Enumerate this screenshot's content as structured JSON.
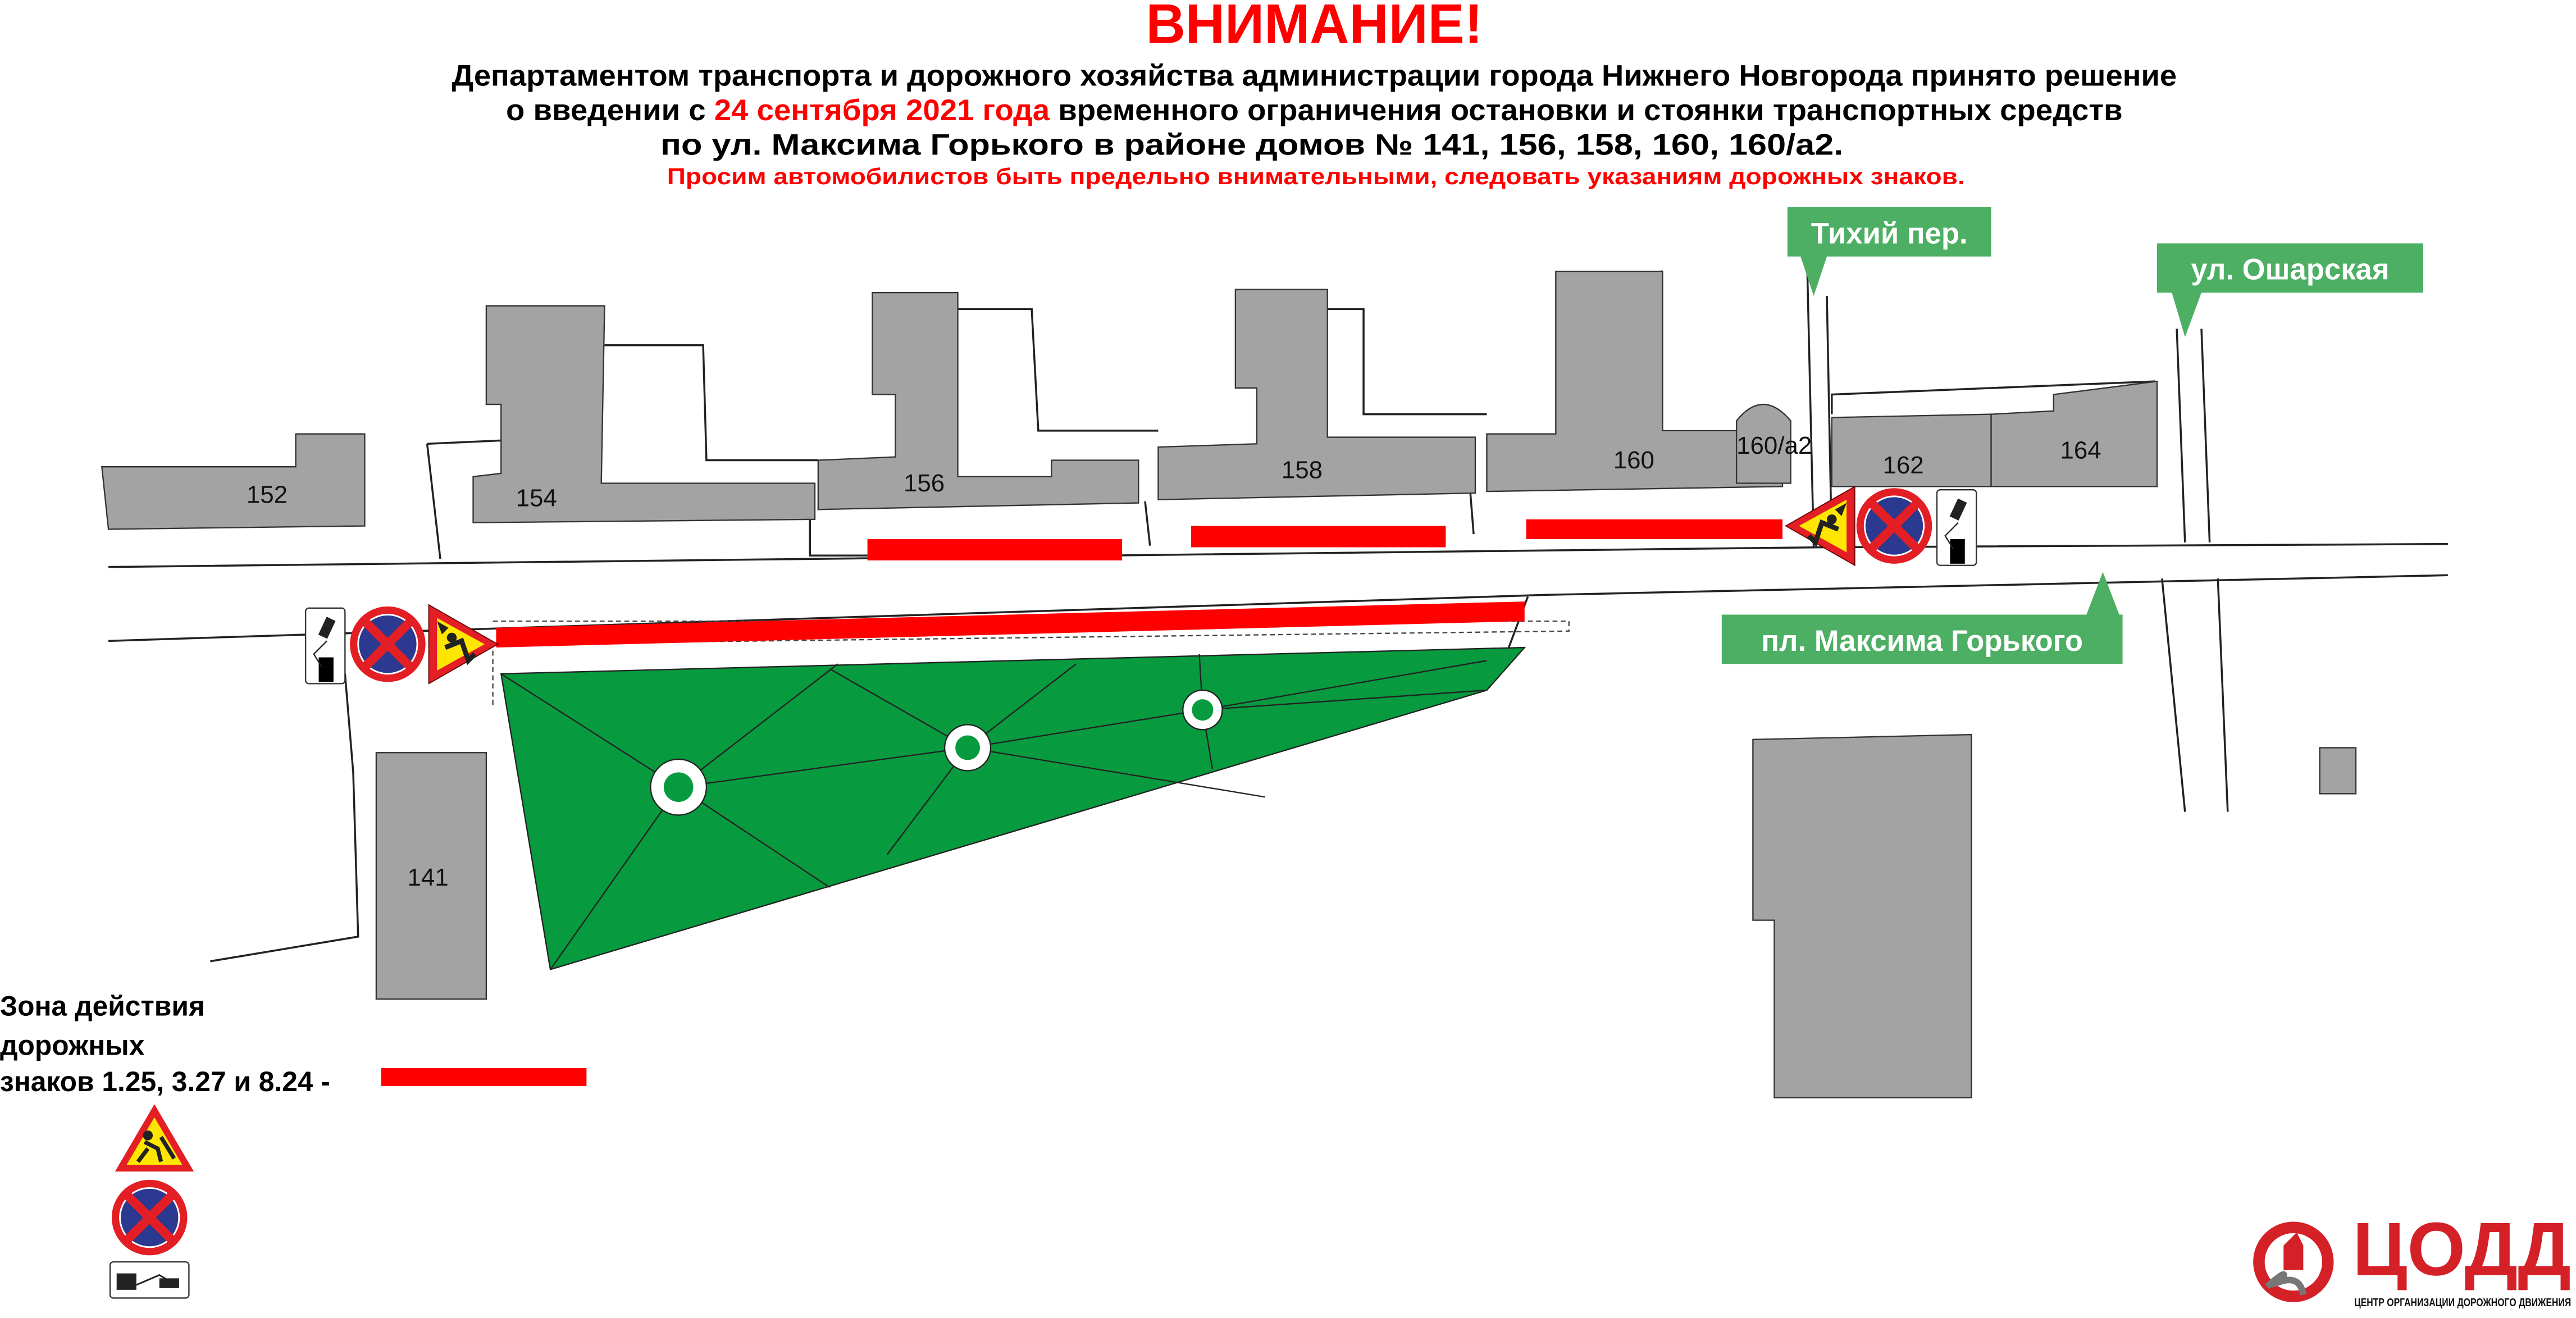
{
  "header": {
    "title": "ВНИМАНИЕ!",
    "line1": "Департаментом транспорта и дорожного хозяйства администрации города Нижнего Новгорода принято решение",
    "line2_prefix": "о  введении с ",
    "line2_date": "24 сентября 2021 года",
    "line2_suffix": "  временного ограничения остановки и стоянки транспортных средств",
    "line3": "по ул. Максима Горького в районе домов № 141, 156, 158, 160, 160/а2.",
    "warning": "Просим автомобилистов быть предельно внимательными, следовать указаниям дорожных знаков."
  },
  "streets": {
    "tikhiy": "Тихий пер.",
    "osharskaya": "ул. Ошарская",
    "ploshchad": "пл. Максима Горького"
  },
  "buildings": [
    "152",
    "154",
    "156",
    "158",
    "160",
    "160/а2",
    "162",
    "164",
    "141"
  ],
  "legend": {
    "line1": "Зона  действия",
    "line2": "дорожных",
    "line3": "знаков 1.25, 3.27 и 8.24 -"
  },
  "signs": [
    "road-works-icon",
    "no-stopping-icon",
    "tow-truck-plate-icon"
  ],
  "logo": {
    "name": "ЦОДД",
    "subtitle": "ЦЕНТР ОРГАНИЗАЦИИ ДОРОЖНОГО ДВИЖЕНИЯ"
  },
  "colors": {
    "red": "#ff0000",
    "park": "#079a3e",
    "building": "#a3a3a3",
    "label_green": "#4caf63",
    "sign_blue": "#2b3990"
  }
}
